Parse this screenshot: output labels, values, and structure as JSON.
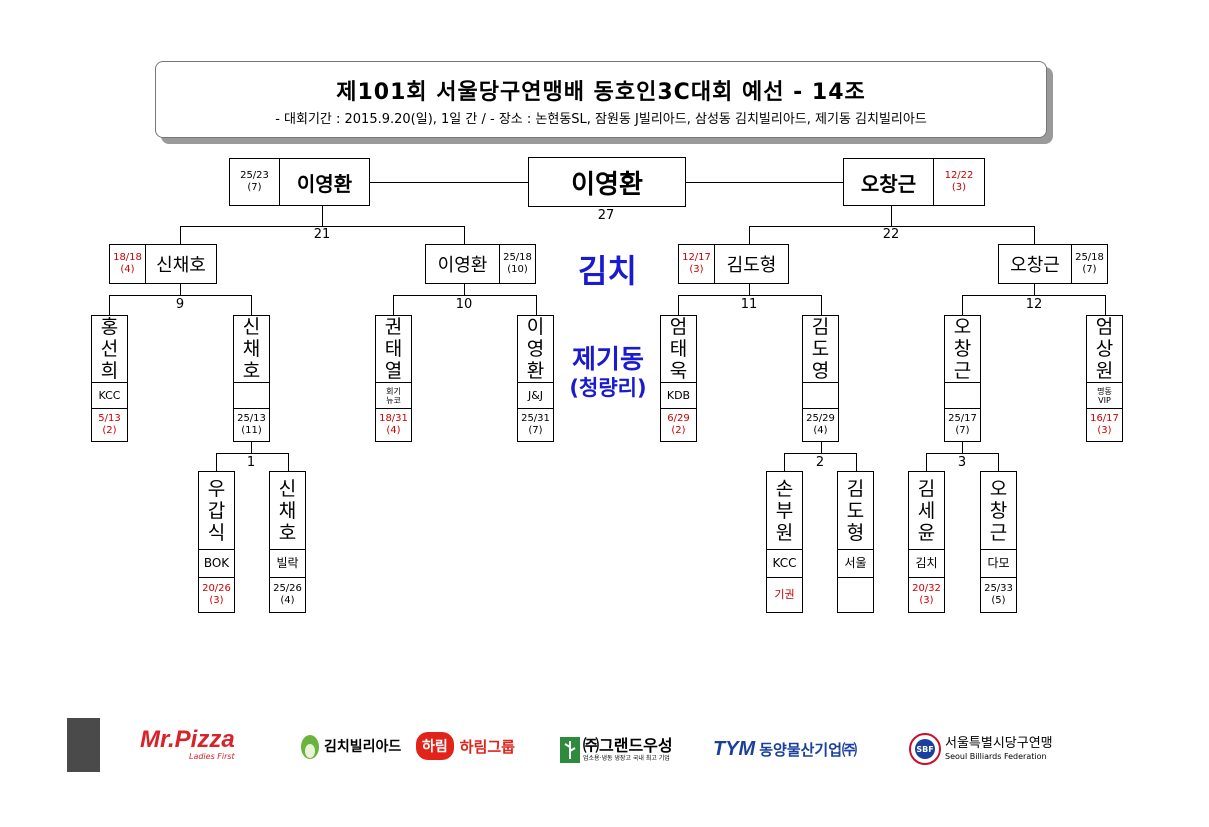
{
  "header": {
    "title": "제101회 서울당구연맹배 동호인3C대회 예선 - 14조",
    "subtitle": "- 대회기간 : 2015.9.20(일), 1일 간 / - 장소 : 논현동SL, 잠원동 J빌리아드, 삼성동 김치빌리아드, 제기동 김치빌리아드"
  },
  "venue": {
    "name": "김치",
    "sub_name": "제기동",
    "sub_paren": "(청량리)"
  },
  "final": {
    "champion": "이영환",
    "match_no": "27",
    "left": {
      "name": "이영환",
      "score": "25/23\n(7)"
    },
    "right": {
      "name": "오창근",
      "score": "12/22\n(3)"
    }
  },
  "semis": {
    "left_no": "21",
    "right_no": "22",
    "p1": {
      "name": "신채호",
      "score": "18/18\n(4)"
    },
    "p2": {
      "name": "이영환",
      "score": "25/18\n(10)"
    },
    "p3": {
      "name": "김도형",
      "score": "12/17\n(3)"
    },
    "p4": {
      "name": "오창근",
      "score": "25/18\n(7)"
    }
  },
  "round16": {
    "m9": "9",
    "m10": "10",
    "m11": "11",
    "m12": "12",
    "players": [
      {
        "name": "홍\n선\n희",
        "club": "KCC",
        "score": "5/13\n(2)"
      },
      {
        "name": "신\n채\n호",
        "club": "",
        "score": "25/13\n(11)"
      },
      {
        "name": "권\n태\n열",
        "club": "회기\n뉴코",
        "score": "18/31\n(4)"
      },
      {
        "name": "이\n영\n환",
        "club": "J&J",
        "score": "25/31\n(7)"
      },
      {
        "name": "엄\n태\n욱",
        "club": "KDB",
        "score": "6/29\n(2)"
      },
      {
        "name": "김\n도\n영",
        "club": "",
        "score": "25/29\n(4)"
      },
      {
        "name": "오\n창\n근",
        "club": "",
        "score": "25/17\n(7)"
      },
      {
        "name": "엄\n상\n원",
        "club": "명동\nVIP",
        "score": "16/17\n(3)"
      }
    ]
  },
  "round32": {
    "m1": "1",
    "m2": "2",
    "m3": "3",
    "players": [
      {
        "name": "우\n갑\n식",
        "club": "BOK",
        "score": "20/26\n(3)"
      },
      {
        "name": "신\n채\n호",
        "club": "빌락",
        "score": "25/26\n(4)"
      },
      {
        "name": "손\n부\n원",
        "club": "KCC",
        "score": "기권"
      },
      {
        "name": "김\n도\n형",
        "club": "서울",
        "score": ""
      },
      {
        "name": "김\n세\n윤",
        "club": "김치",
        "score": "20/32\n(3)"
      },
      {
        "name": "오\n창\n근",
        "club": "다모",
        "score": "25/33\n(5)"
      }
    ]
  },
  "sponsors": {
    "mrpizza": "Mr.Pizza",
    "mrpizza_sub": "Ladies First",
    "kimchi": "김치빌리아드",
    "harim_badge": "하림",
    "harim": "하림그룹",
    "grand": "㈜그랜드우성",
    "grand_sub": "업소용·냉동 냉장고 국내 최고 기업",
    "dongyang_mark": "TYM",
    "dongyang": "동양물산기업㈜",
    "sbf_mark": "SBF",
    "sbf_ko": "서울특별시당구연맹",
    "sbf_en": "Seoul Billiards Federation"
  },
  "colors": {
    "loss": "#cc0000",
    "venue": "#1a1ad0"
  }
}
